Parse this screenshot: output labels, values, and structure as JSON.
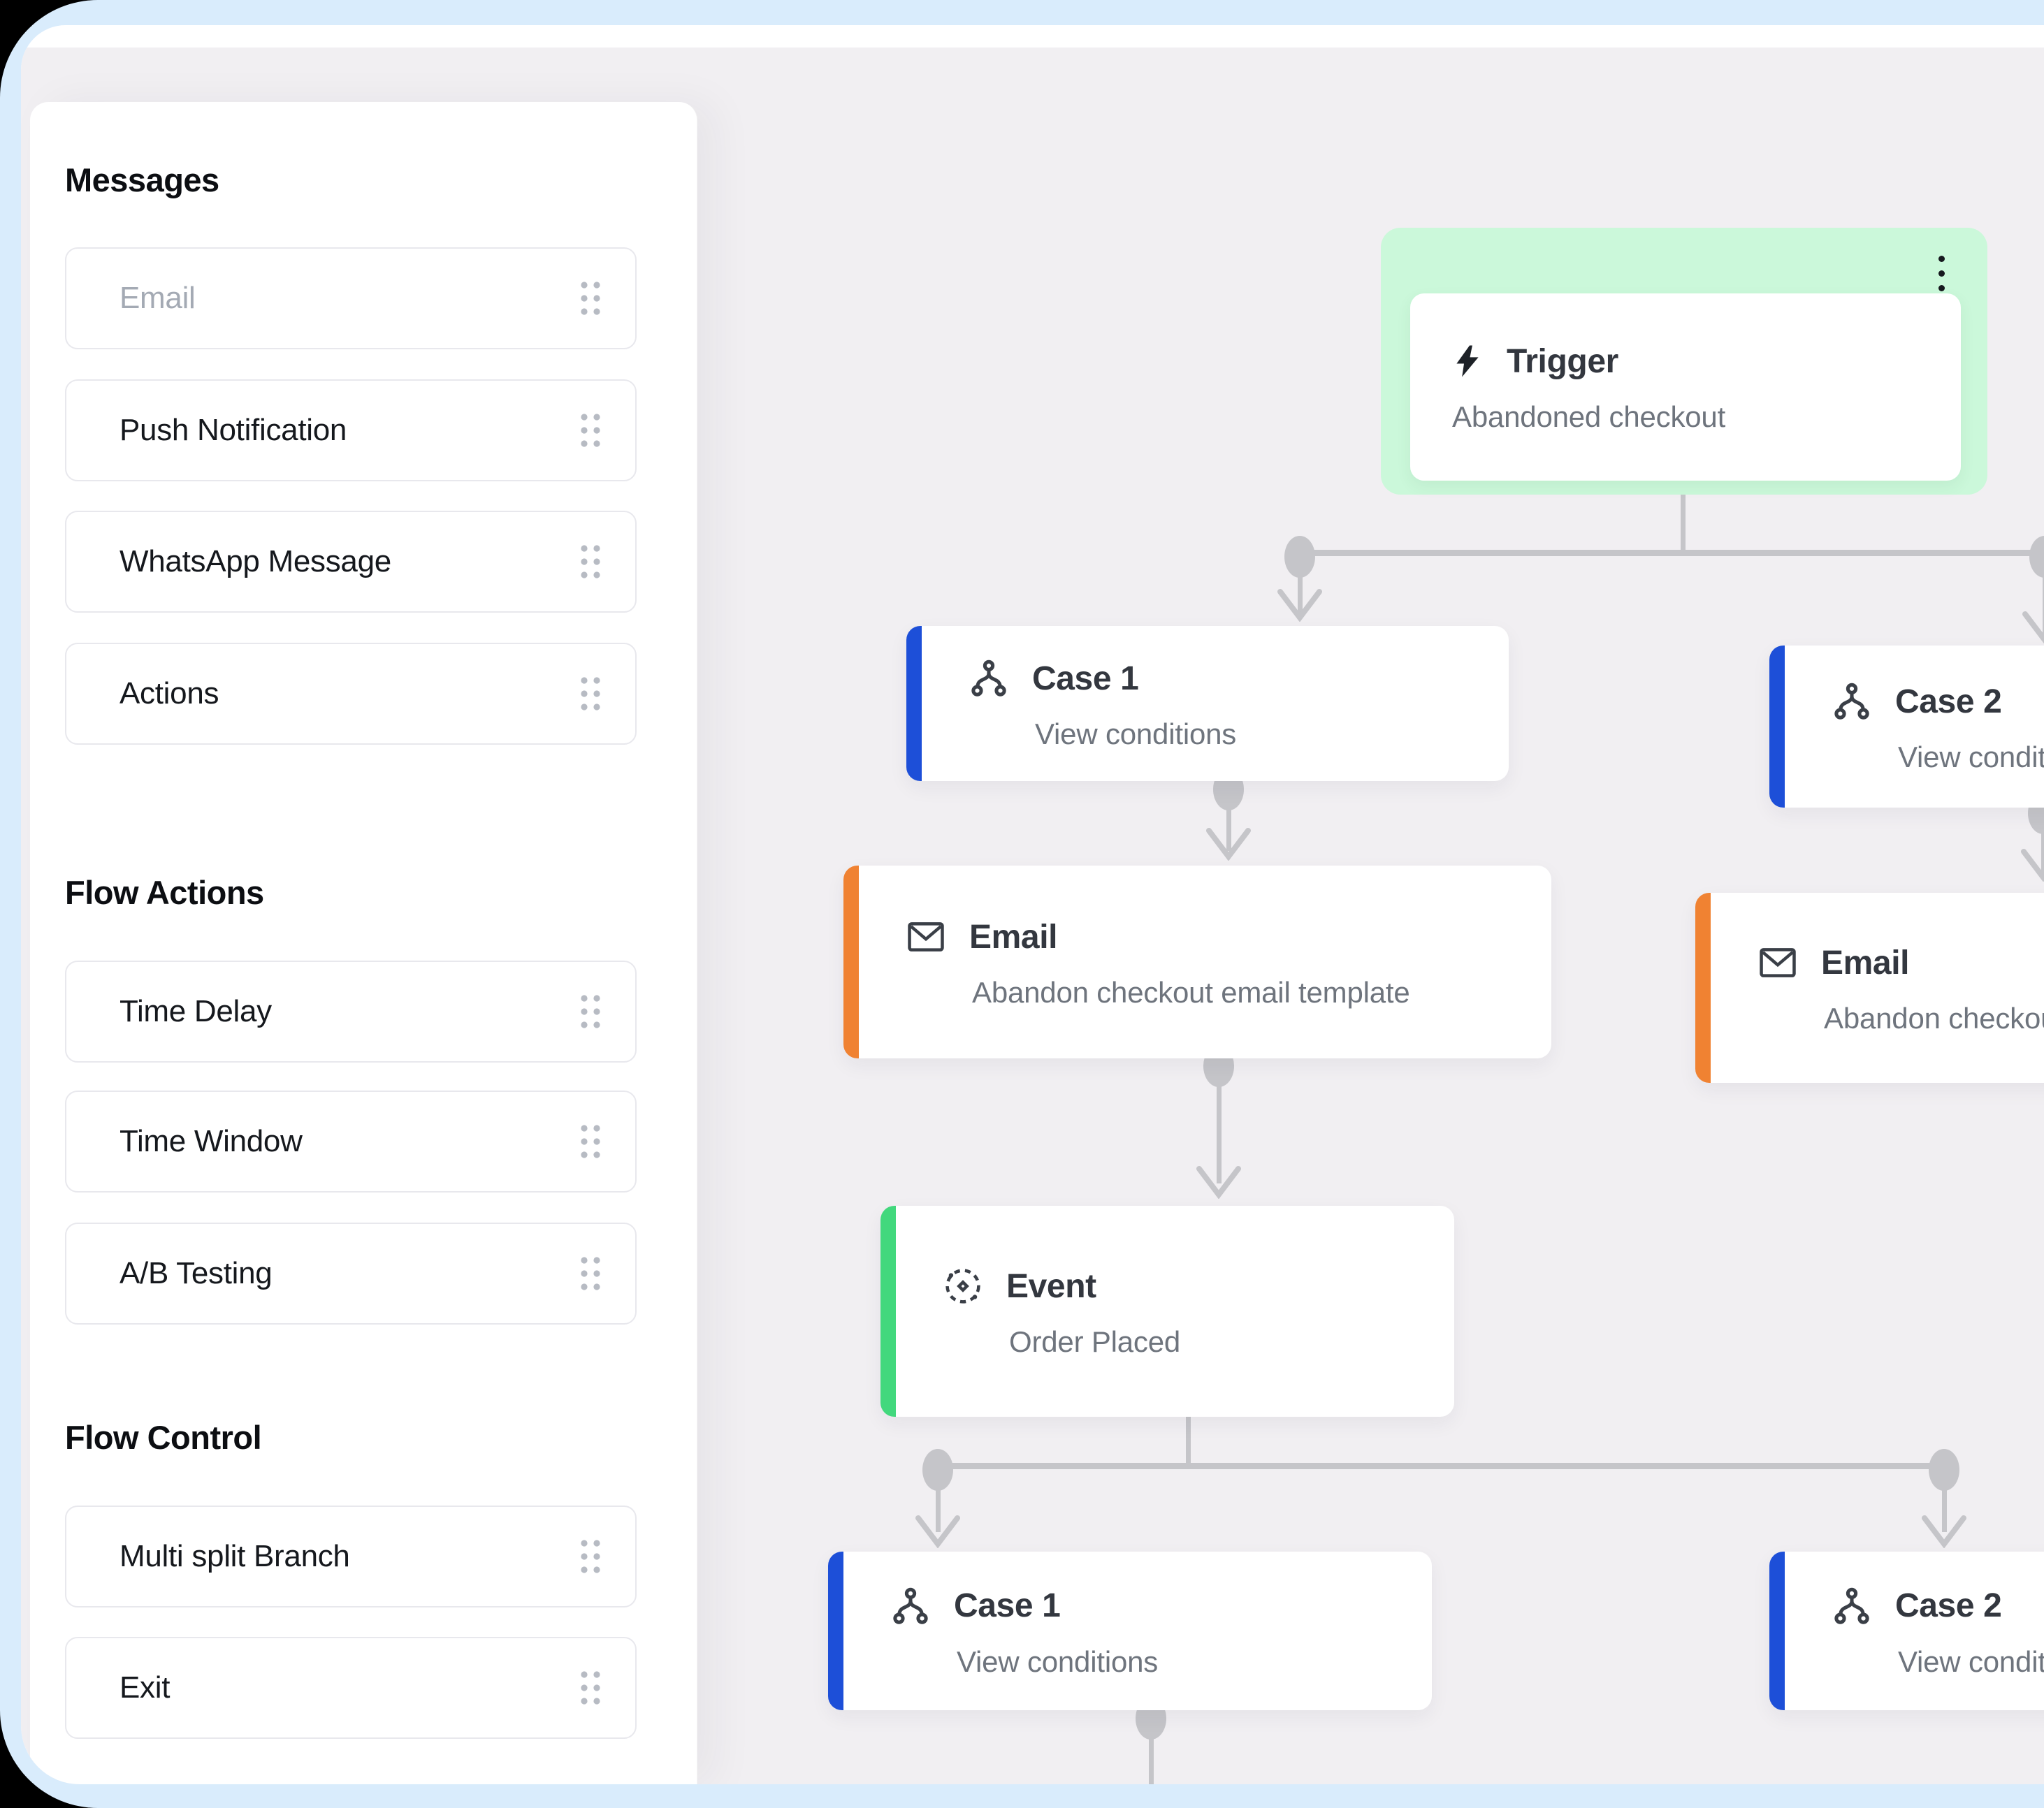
{
  "sidebar": {
    "sections": [
      {
        "heading": "Messages",
        "items": [
          {
            "label": "Email",
            "muted": true
          },
          {
            "label": "Push Notification"
          },
          {
            "label": "WhatsApp Message"
          },
          {
            "label": "Actions"
          }
        ]
      },
      {
        "heading": "Flow Actions",
        "items": [
          {
            "label": "Time Delay"
          },
          {
            "label": "Time Window"
          },
          {
            "label": "A/B Testing"
          }
        ]
      },
      {
        "heading": "Flow Control",
        "items": [
          {
            "label": "Multi split Branch"
          },
          {
            "label": "Exit"
          }
        ]
      }
    ]
  },
  "canvas": {
    "nodes": {
      "trigger": {
        "title": "Trigger",
        "subtitle": "Abandoned checkout",
        "icon": "lightning-bolt-icon"
      },
      "case1_top": {
        "title": "Case 1",
        "subtitle": "View conditions",
        "icon": "split-branch-icon"
      },
      "case2_top": {
        "title": "Case 2",
        "subtitle": "View conditions",
        "icon": "split-branch-icon"
      },
      "email_left": {
        "title": "Email",
        "subtitle": "Abandon checkout email template",
        "icon": "envelope-icon"
      },
      "email_right": {
        "title": "Email",
        "subtitle": "Abandon checkout email template",
        "icon": "envelope-icon"
      },
      "event": {
        "title": "Event",
        "subtitle": "Order Placed",
        "icon": "event-icon"
      },
      "case1_bottom": {
        "title": "Case 1",
        "subtitle": "View conditions",
        "icon": "split-branch-icon"
      },
      "case2_bottom": {
        "title": "Case 2",
        "subtitle": "View conditions",
        "icon": "split-branch-icon"
      }
    }
  },
  "colors": {
    "frame_blue": "#d9ecfc",
    "window_white": "#ffffff",
    "canvas_gray": "#f1eff2",
    "trigger_green_bg": "#cbf8da",
    "case_blue": "#1d4fd8",
    "email_orange": "#f08232",
    "event_green": "#42d87d",
    "connector_gray": "#c5c5c9"
  }
}
